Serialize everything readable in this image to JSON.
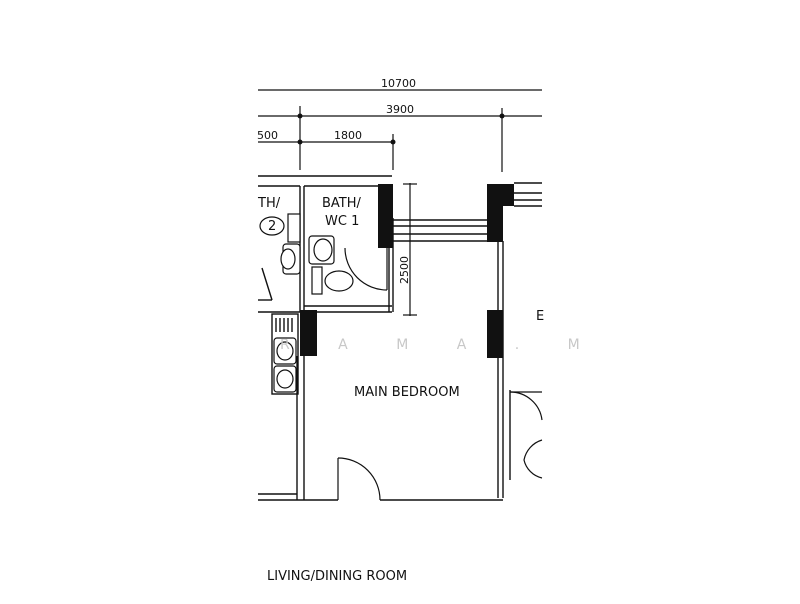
{
  "dimensions": {
    "overall": "10700",
    "bedroom_span": "3900",
    "partial_left": "500",
    "bath_width": "1800",
    "bath_depth": "2500"
  },
  "rooms": {
    "bath_wc_1_line1": "BATH/",
    "bath_wc_1_line2": "WC 1",
    "bath_wc_2_line1": "TH/",
    "bath_wc_2_line2": "2",
    "main_bedroom": "MAIN BEDROOM",
    "living_dining": "LIVING/DINING ROOM",
    "partial_room": "E"
  },
  "watermark": "R A M A . M"
}
